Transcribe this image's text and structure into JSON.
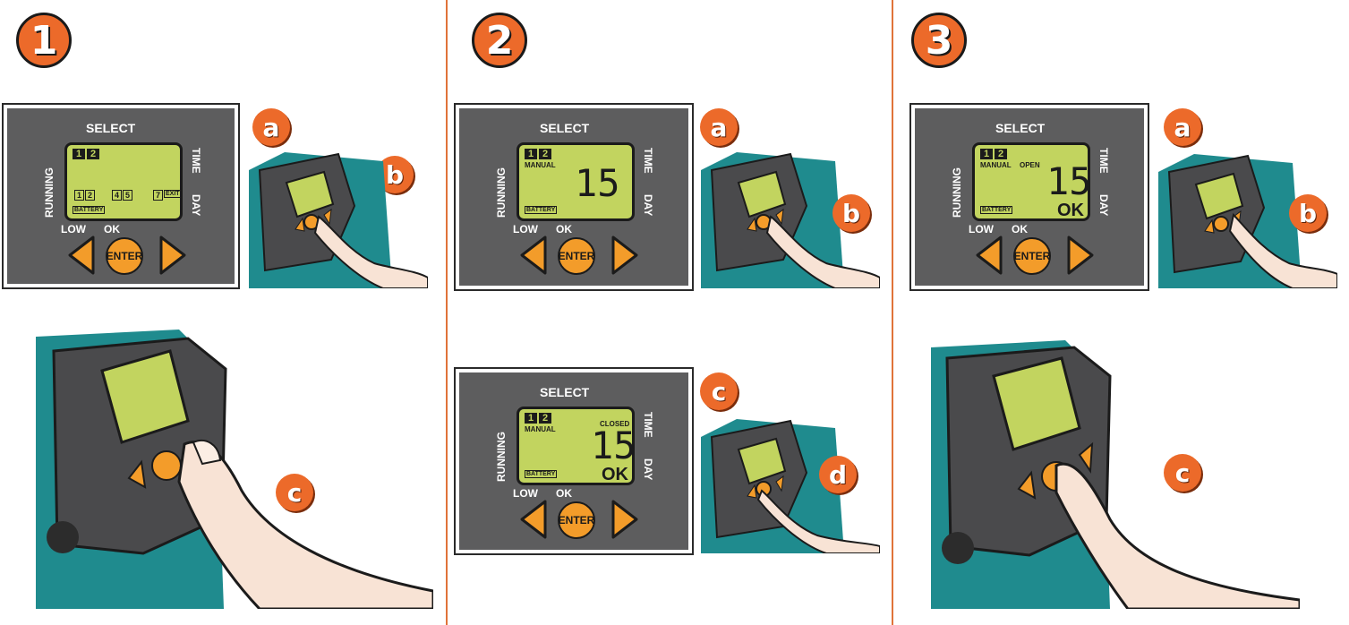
{
  "steps": [
    {
      "number": "1",
      "letters": [
        "a",
        "b",
        "c"
      ]
    },
    {
      "number": "2",
      "letters": [
        "a",
        "b",
        "c",
        "d"
      ]
    },
    {
      "number": "3",
      "letters": [
        "a",
        "b",
        "c"
      ]
    }
  ],
  "controller": {
    "select_label": "SELECT",
    "running_label": "RUNNING",
    "time_label": "TIME",
    "day_label": "DAY",
    "low_label": "LOW",
    "ok_label": "OK",
    "enter_label": "ENTER",
    "battery_label": "BATTERY",
    "manual_label": "MANUAL",
    "open_label": "OPEN",
    "closed_label": "CLOSED",
    "exit_label": "EXIT",
    "display_value": "15",
    "select_nums": [
      "1",
      "2"
    ],
    "day_boxes": [
      "1",
      "2",
      "4",
      "5",
      "7"
    ]
  },
  "colors": {
    "accent": "#ec6a2a",
    "lcd": "#c2d45f",
    "panel": "#5d5d5e",
    "button": "#f39c2a",
    "device_body": "#1f8b8e"
  }
}
